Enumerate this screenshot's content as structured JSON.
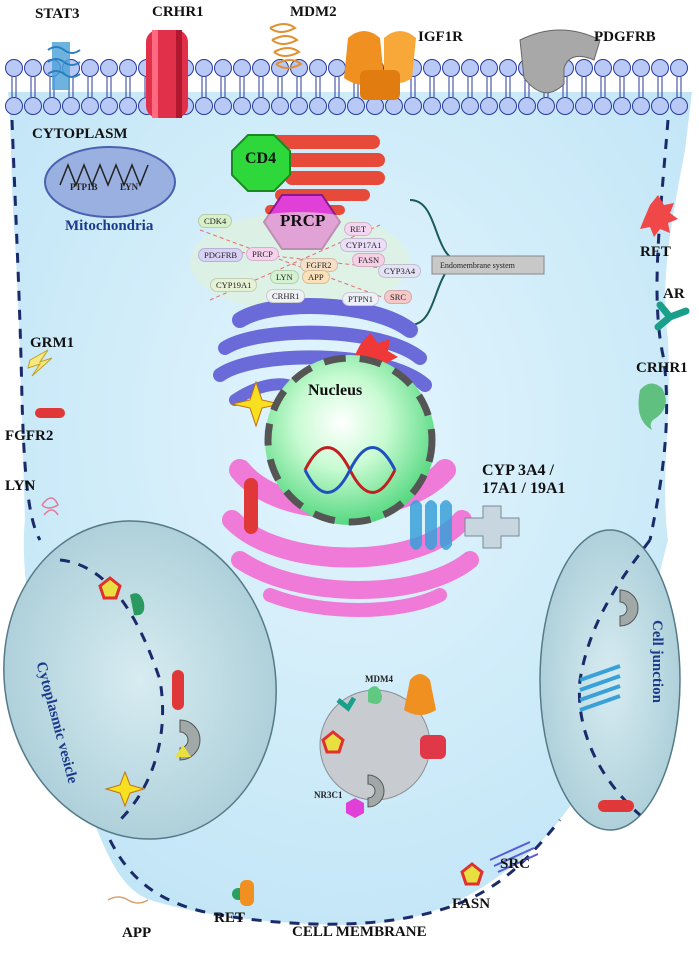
{
  "membrane_labels": {
    "stat3": "STAT3",
    "crhr1": "CRHR1",
    "mdm2": "MDM2",
    "igf1r": "IGF1R",
    "pdgfrb": "PDGFRB"
  },
  "regions": {
    "cytoplasm": "CYTOPLASM",
    "mitochondria": "Mitochondria",
    "nucleus": "Nucleus",
    "endomembrane": "Endomembrane system",
    "cytoplasmic_vesicle": "Cytoplasmic vesicle",
    "cell_junction": "Cell junction",
    "cell_membrane": "CELL MEMBRANE"
  },
  "mito_labels": {
    "ptp1b": "PTP1B",
    "lyn": "LYN"
  },
  "golgi": {
    "cd4": "CD4",
    "prcp": "PRCP"
  },
  "er_tags": [
    {
      "text": "CDK4",
      "color": "#d8f0c8"
    },
    {
      "text": "RET",
      "color": "#f4d6f0"
    },
    {
      "text": "CYP17A1",
      "color": "#eadff7"
    },
    {
      "text": "PDGFRB",
      "color": "#d9d2f7"
    },
    {
      "text": "PRCP",
      "color": "#f7d2ee"
    },
    {
      "text": "FGFR2",
      "color": "#f7e0c8"
    },
    {
      "text": "FASN",
      "color": "#f7cfe6"
    },
    {
      "text": "LYN",
      "color": "#d5f2d0"
    },
    {
      "text": "APP",
      "color": "#fbe0b8"
    },
    {
      "text": "CYP3A4",
      "color": "#e3e3f5"
    },
    {
      "text": "CYP19A1",
      "color": "#e6f2d6"
    },
    {
      "text": "CRHR1",
      "color": "#eef2f5"
    },
    {
      "text": "PTPN1",
      "color": "#eef0f8"
    },
    {
      "text": "SRC",
      "color": "#f7c8c8"
    }
  ],
  "side_labels": {
    "grm1": "GRM1",
    "fgfr2": "FGFR2",
    "lyn": "LYN",
    "ret_right": "RET",
    "ar": "AR",
    "crhr1_right": "CRHR1",
    "cyp": "CYP 3A4 / 17A1 / 19A1"
  },
  "bottom_labels": {
    "app": "APP",
    "ret": "RET",
    "fasn": "FASN",
    "src": "SRC"
  },
  "center_vesicle": {
    "mdm4": "MDM4",
    "nr3c1": "NR3C1"
  },
  "colors": {
    "cytoplasm": "#c9e9f8",
    "membrane_head": "#b9c9f5",
    "golgi": "#6a6ad8",
    "er": "#f080d8",
    "nucleus": "#8ff0a8",
    "vesicle": "#b8d8e0"
  }
}
